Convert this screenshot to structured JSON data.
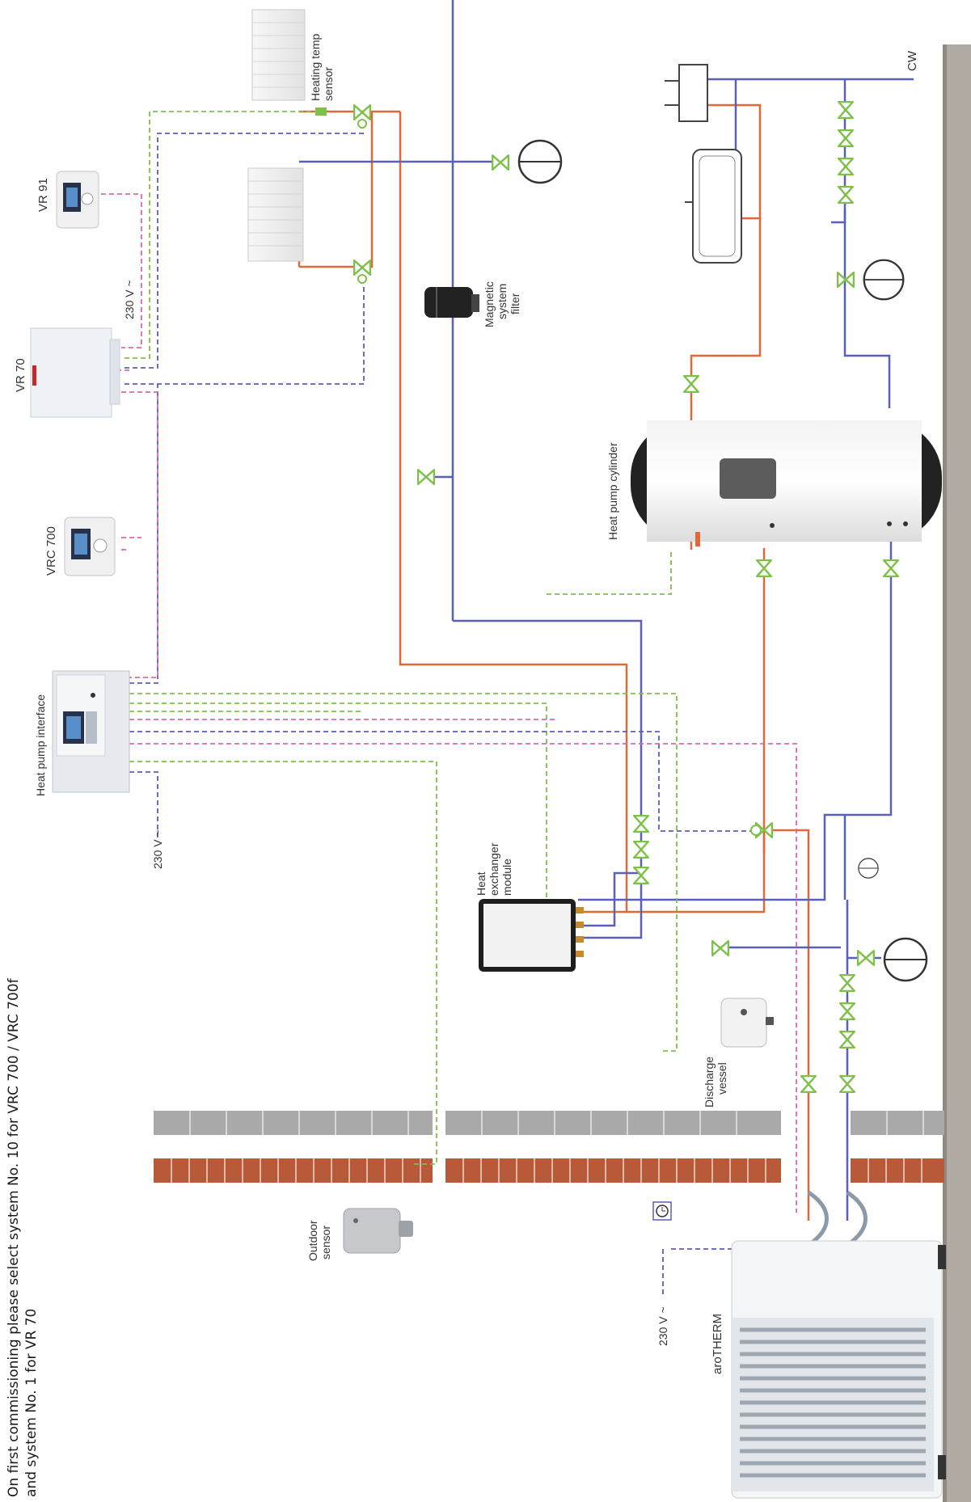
{
  "colors": {
    "flow": "#e2683c",
    "return": "#5a5fb8",
    "pink": "#d86bb0",
    "green": "#7ec04a",
    "valve": "#7ec04a",
    "wall": "#b0aaa2",
    "brick": "#b85a3a",
    "stone": "#a9a9a9"
  },
  "labels": {
    "vr91": "VR 91",
    "vr70": "VR 70",
    "vrc700": "VRC 700",
    "heat_pump_interface": "Heat pump interface",
    "heating_temp_sensor_1": "Heating temp",
    "heating_temp_sensor_2": "sensor",
    "magnetic_filter_1": "Magnetic",
    "magnetic_filter_2": "system",
    "magnetic_filter_3": "filter",
    "heat_pump_cylinder": "Heat pump cylinder",
    "heat_exchanger_1": "Heat",
    "heat_exchanger_2": "exchanger",
    "heat_exchanger_3": "module",
    "discharge_1": "Discharge",
    "discharge_2": "vessel",
    "outdoor_sensor_1": "Outdoor",
    "outdoor_sensor_2": "sensor",
    "arotherm": "aroTHERM",
    "cw": "CW",
    "v230_a": "230 V ~",
    "v230_b": "230 V ~",
    "v230_c": "230 V ~"
  },
  "note": {
    "line1": "On first commissioning please select system No. 10 for VRC 700 / VRC 700f",
    "line2": "and system No. 1 for VR 70"
  },
  "icons": [
    "valve-icon",
    "expansion-vessel-icon",
    "radiator-icon",
    "controller-icon",
    "pump-icon",
    "bath-icon",
    "basin-icon",
    "clock-icon",
    "gauge-icon"
  ]
}
